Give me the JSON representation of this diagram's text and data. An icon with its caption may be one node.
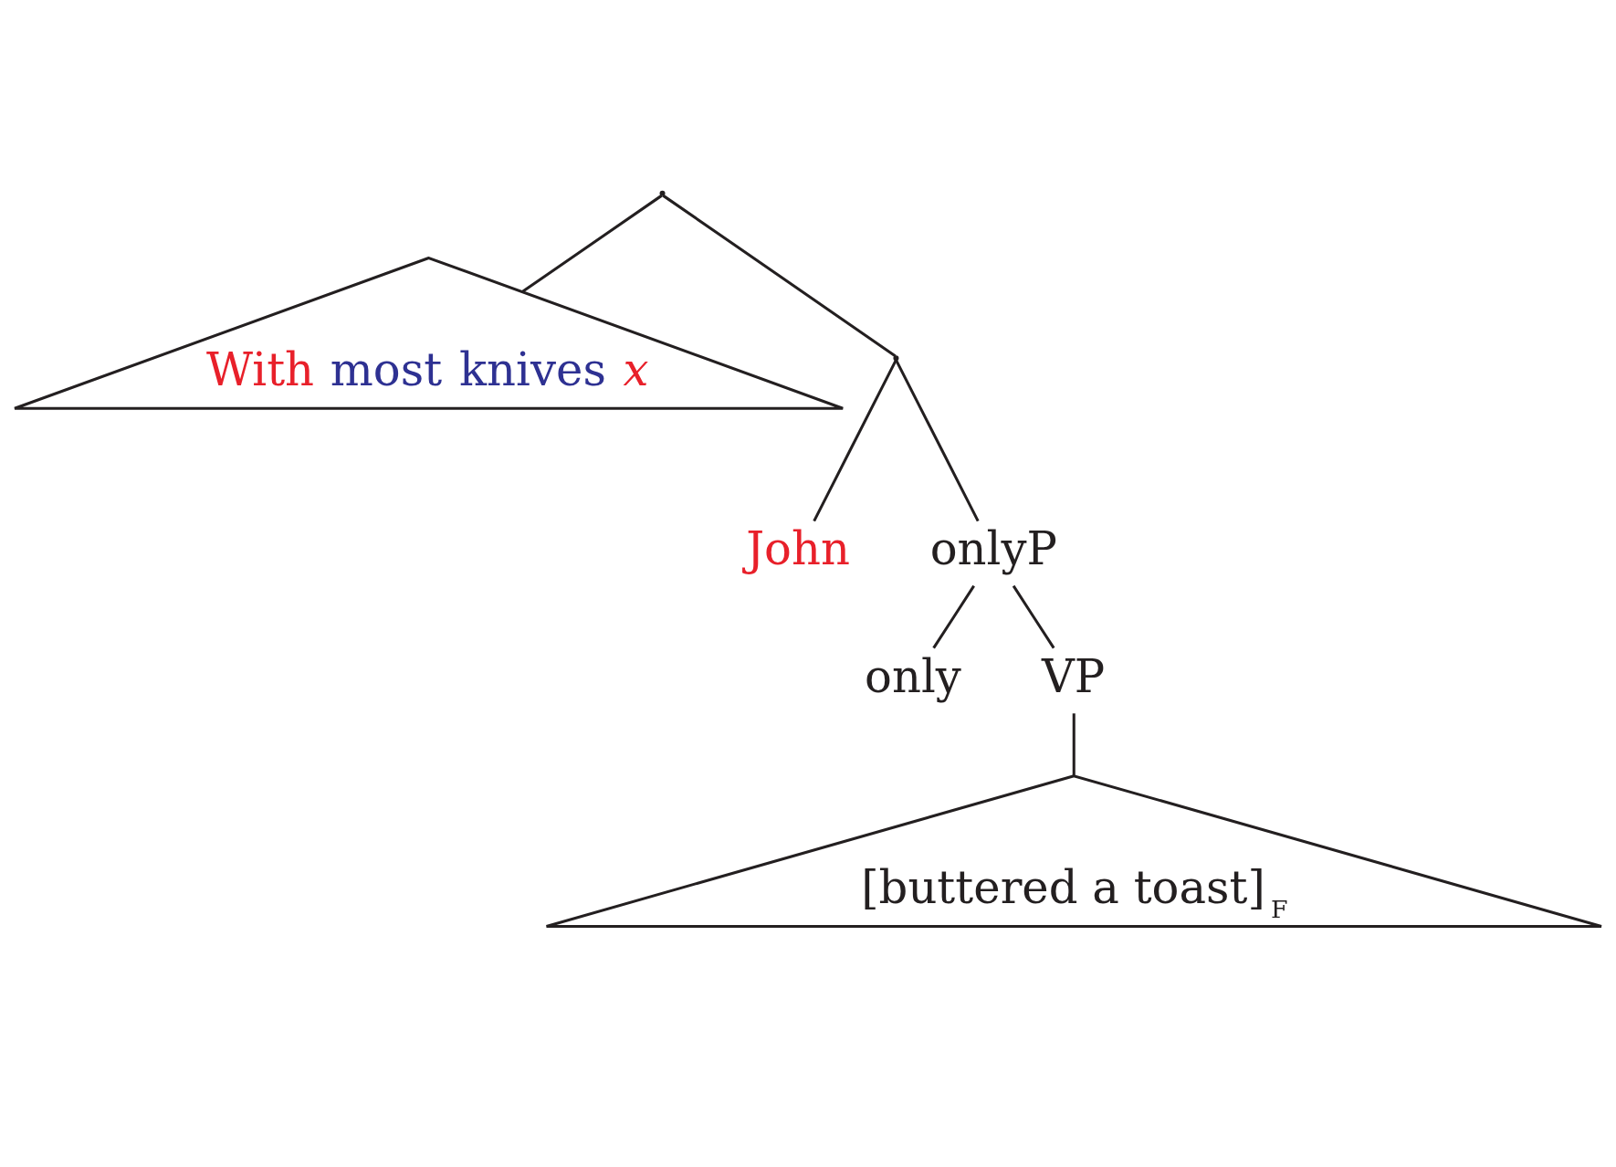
{
  "diagram": {
    "nodes": [
      {
        "text": [],
        "shape": "point"
      },
      {
        "text": [
          "With most knives x"
        ]
      },
      {
        "text": [],
        "shape": "point"
      },
      {
        "text": [
          "John"
        ]
      },
      {
        "text": [
          "onlyP"
        ]
      },
      {
        "text": [
          "only"
        ]
      },
      {
        "text": [
          "VP"
        ]
      },
      {
        "text": [
          "[buttered a toast]$_{F}$"
        ]
      }
    ],
    "edges": [
      {
        "from": 0,
        "to": 1,
        "arrow": "none"
      },
      {
        "from": 0,
        "to": 2,
        "arrow": "none"
      },
      {
        "from": 2,
        "to": 3,
        "arrow": "none"
      },
      {
        "from": 2,
        "to": 4,
        "arrow": "none"
      },
      {
        "from": 4,
        "to": 5,
        "arrow": "none"
      },
      {
        "from": 4,
        "to": 6,
        "arrow": "none"
      },
      {
        "from": 6,
        "to": 7,
        "arrow": "none"
      }
    ]
  }
}
